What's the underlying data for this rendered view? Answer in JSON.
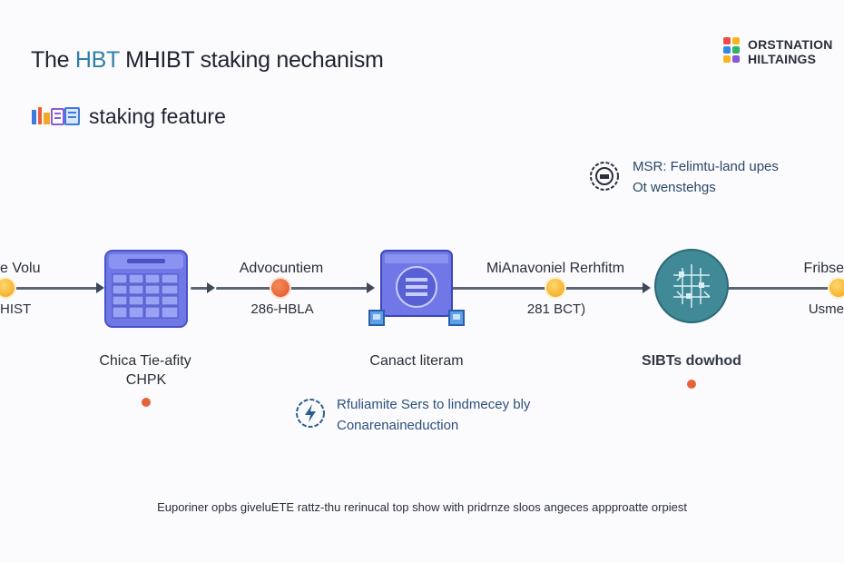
{
  "title": {
    "prefix": "The ",
    "accent": "HBT",
    "rest": " MHIBT staking nechanism"
  },
  "brand": {
    "line1": "ORSTNATION",
    "line2": "HILTAINGS"
  },
  "subtitle": "staking feature",
  "top_note": {
    "line1": "MSR: Felimtu-land upes",
    "line2": "Ot wenstehgs"
  },
  "flow": {
    "left_edge": {
      "top": "e Volu",
      "bottom": "HIST"
    },
    "seg1": {
      "top": "Advocuntiem",
      "bottom": "286-HBLA"
    },
    "seg2": {
      "top": "MiAnavoniel Rerhfitm",
      "bottom": "281 BCT)"
    },
    "right_edge": {
      "top": "Fribse",
      "bottom": "Usme"
    }
  },
  "nodes": {
    "node1": {
      "line1": "Chica Tie-afity",
      "line2": "CHPK"
    },
    "node2": {
      "line1": "Canact literam"
    },
    "node3": {
      "line1": "SIBTs dowhod"
    }
  },
  "mid_note": {
    "line1": "Rfuliamite Sers to lindmecey bly",
    "line2": "Conarenaineduction"
  },
  "footer": "Euporiner opbs giveluETE rattz-thu rerinucal top show with pridrnze sloos angeces appproatte orpiest",
  "colors": {
    "accent": "#2f7fa8",
    "node_purple": "#6b72e0",
    "node_teal": "#3f8a96",
    "coin_gold": "#f0a31c",
    "dot_orange": "#e4643a",
    "line": "#5b6577"
  },
  "icons": [
    "brand-logo-icon",
    "staking-feature-icon",
    "gear-badge-icon",
    "calculator-icon",
    "server-icon",
    "network-globe-icon",
    "lightning-badge-icon"
  ]
}
